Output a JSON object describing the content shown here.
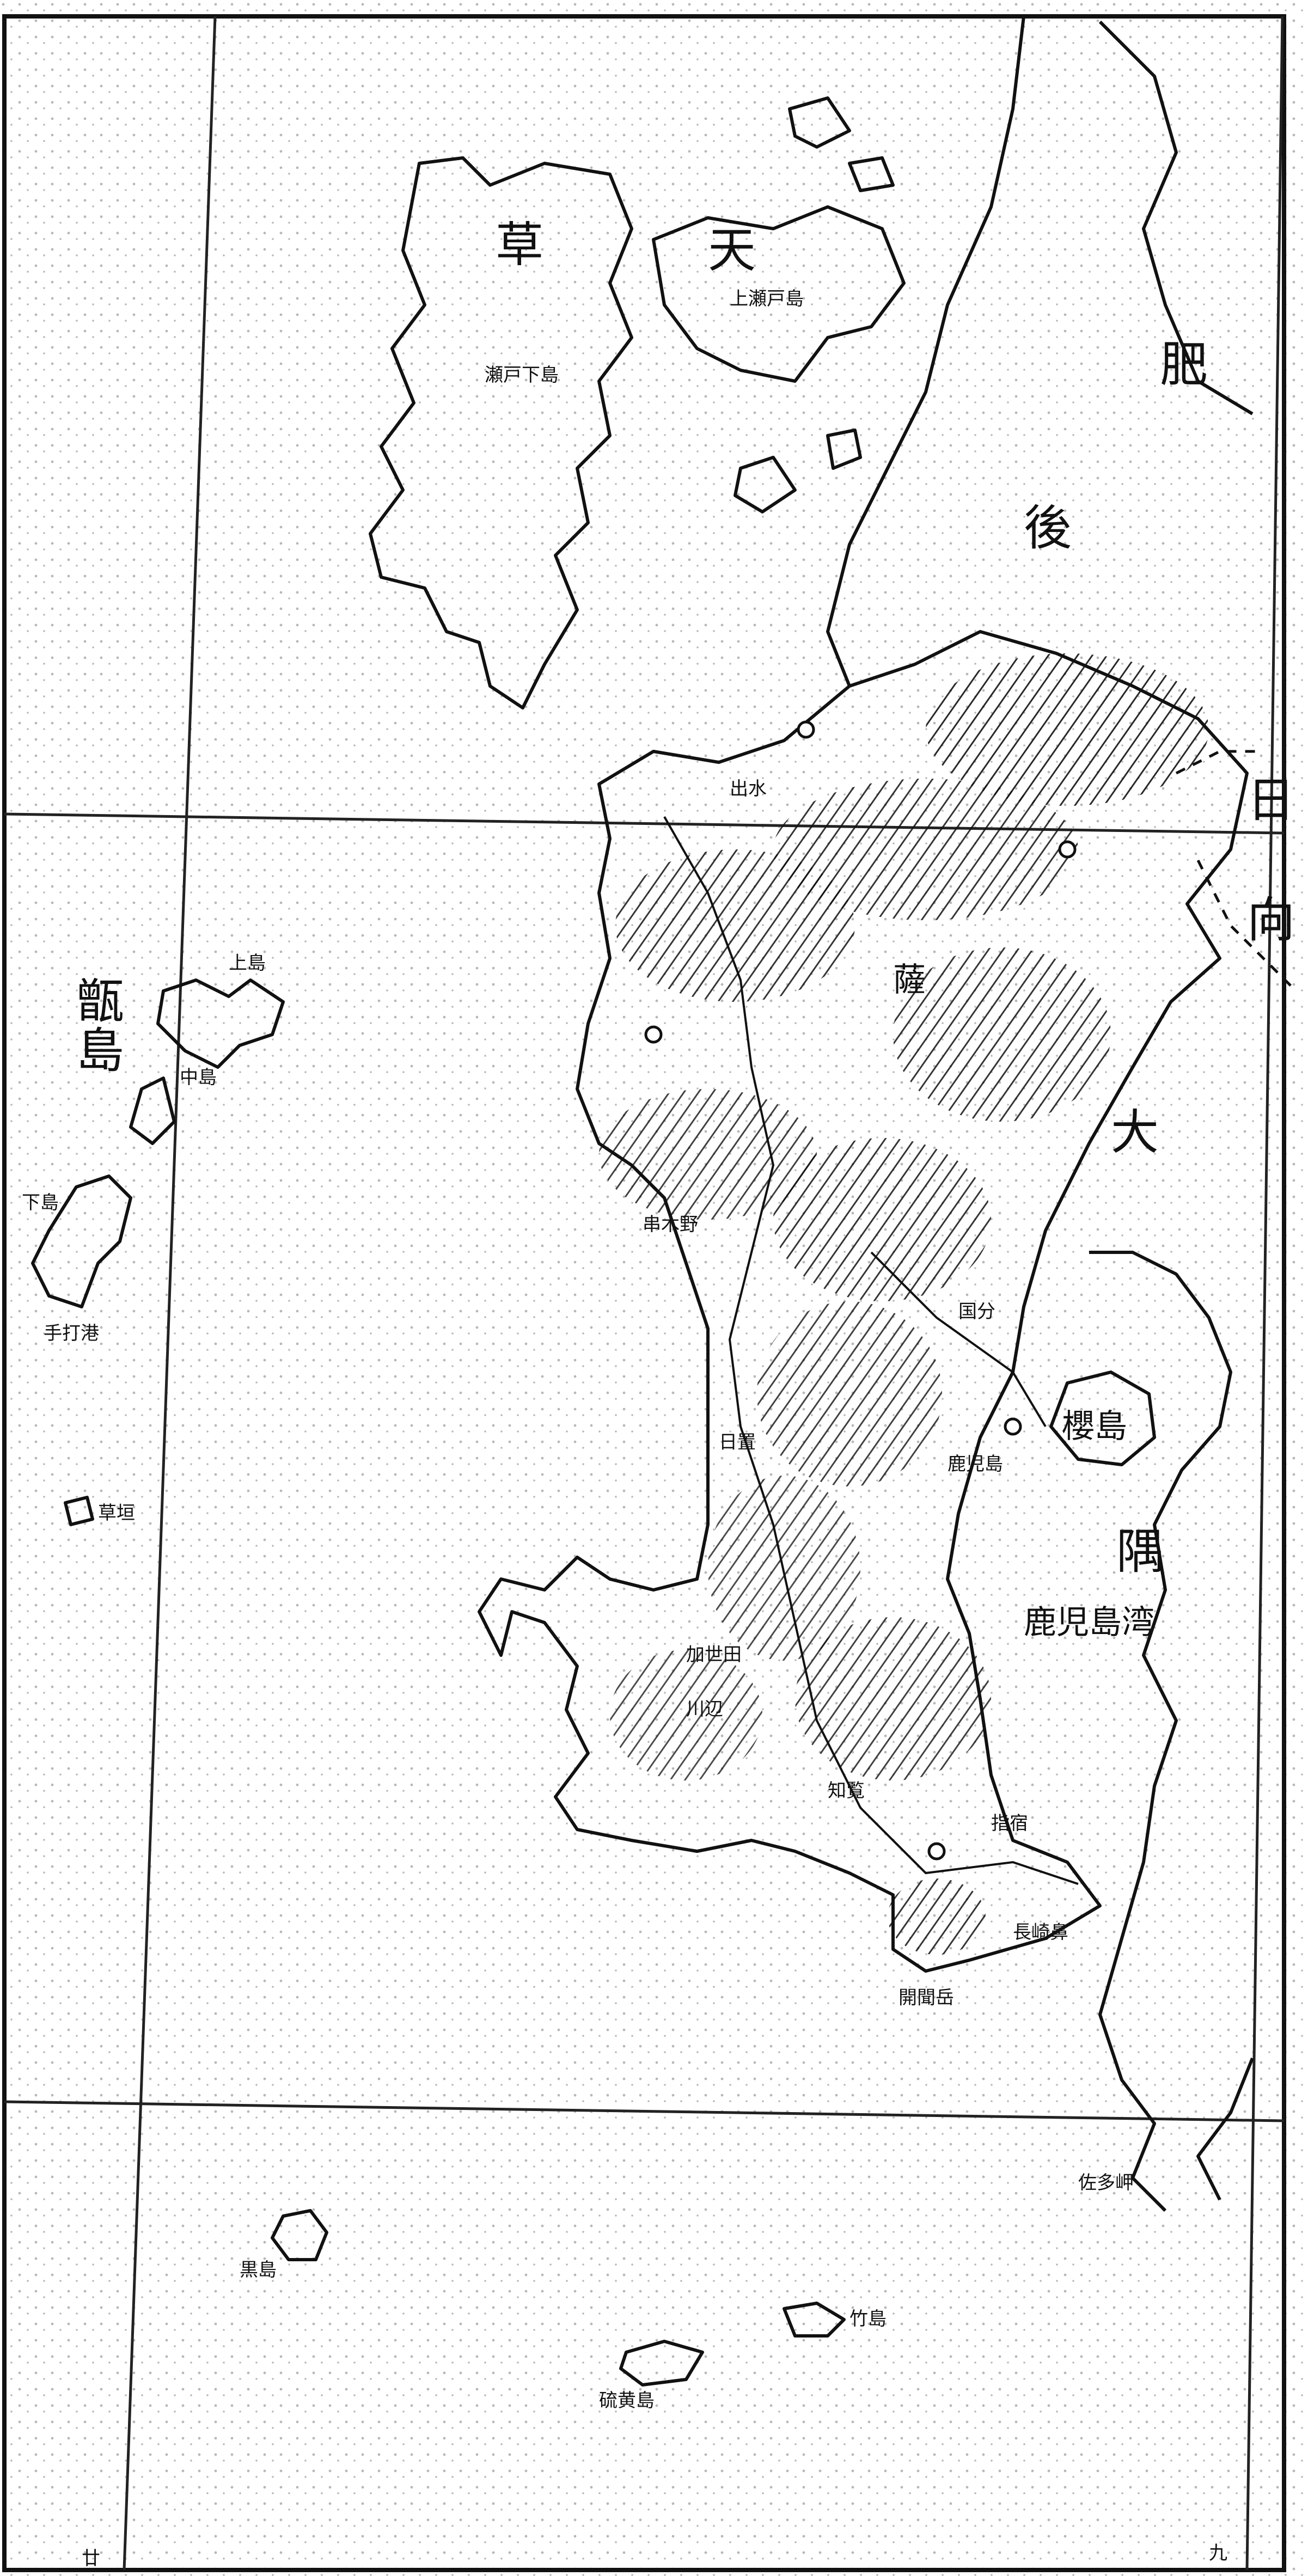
{
  "colors": {
    "ink": "#111111",
    "paper": "#ffffff"
  },
  "map": {
    "provinces": {
      "higo": [
        "肥",
        "後"
      ],
      "hyuga": [
        "日",
        "向"
      ],
      "osumi": [
        "大",
        "隅"
      ]
    },
    "islands": {
      "amakusa": [
        "天",
        "草"
      ],
      "sakurajima": "櫻島",
      "koshiki": [
        "甑",
        "島"
      ]
    },
    "places": {
      "kamishima_seto": "上瀬戸島",
      "shimo_seto": "瀬戸下島",
      "kagoshima": "鹿児島湾",
      "izumi": "出水",
      "satsuma": "薩",
      "kushikino": "串木野",
      "kaseda": "加世田",
      "kawabe": "川辺",
      "chiran": "知覧",
      "ibusuki": "指宿",
      "hioki": "日置",
      "kagoshima_city": "鹿児島",
      "kokubu": "国分",
      "nakajima": "中島",
      "kamijima": "上島",
      "shimojima": "下島",
      "teuchi": "手打港",
      "kusagaki": "草垣",
      "kuroshima": "黒島",
      "iojima": "硫黄島",
      "takeshima": "竹島",
      "sata": "佐多岬",
      "kaimon": "開聞岳",
      "nagasakibana": "長崎鼻"
    },
    "corner_marks": [
      "廿",
      "九"
    ]
  }
}
